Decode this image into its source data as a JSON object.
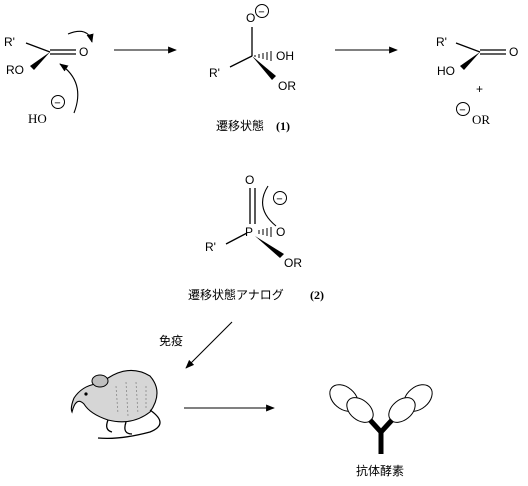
{
  "labels": {
    "r_prime_1": "R'",
    "o_1": "O",
    "ro_1": "RO",
    "ho_minus": "HO",
    "minus": "−",
    "o_minus_2": "O",
    "oh_2": "OH",
    "r_prime_2": "R'",
    "or_2": "OR",
    "r_prime_3": "R'",
    "o_3": "O",
    "ho_3": "HO",
    "plus": "+",
    "or_3": "OR",
    "o_4": "O",
    "p_4": "P",
    "o_4b": "O",
    "r_prime_4": "R'",
    "or_4": "OR"
  },
  "captions": {
    "transition_state": "遷移状態",
    "transition_state_num": "(1)",
    "analog": "遷移状態アナログ",
    "analog_num": "(2)",
    "immunization": "免疫",
    "abzyme": "抗体酵素"
  },
  "icons": [
    "mouse-icon",
    "antibody-icon"
  ]
}
